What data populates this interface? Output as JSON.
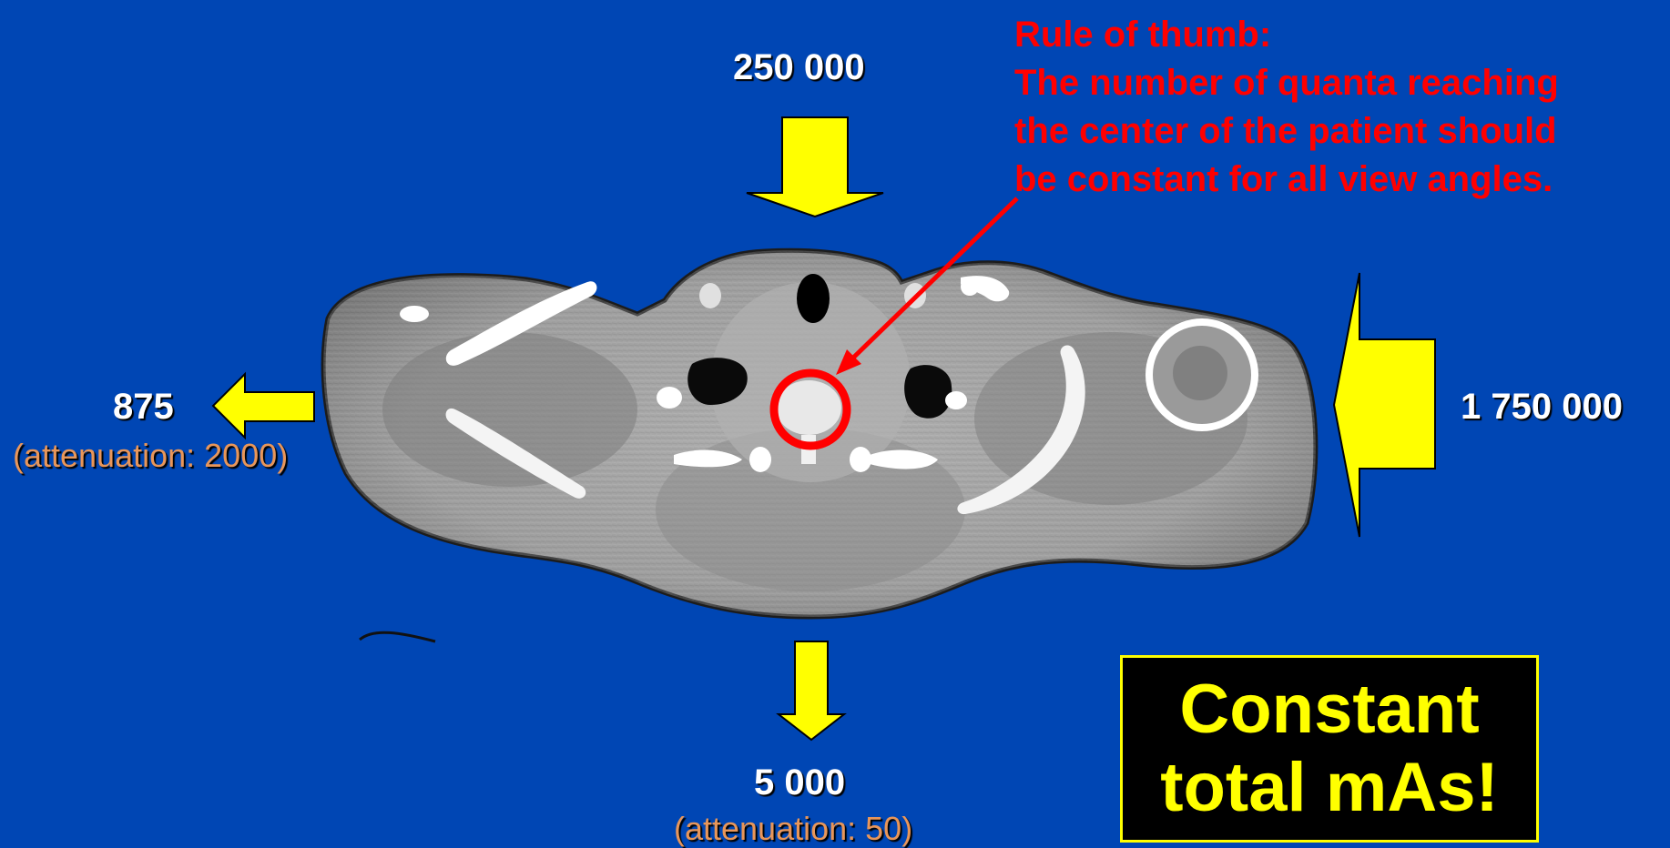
{
  "colors": {
    "background": "#0046b4",
    "arrow_fill": "#ffff00",
    "label_white": "#ffffff",
    "attenuation_text": "#e8965a",
    "rule_text": "#ff0000",
    "highlight_circle": "#ff0000",
    "box_fill": "#000000",
    "box_text": "#ffff00"
  },
  "beams": {
    "top": {
      "value": "250 000"
    },
    "right": {
      "value": "1 750 000"
    },
    "left": {
      "value": "875",
      "attenuation": "(attenuation: 2000)"
    },
    "bottom": {
      "value": "5 000",
      "attenuation": "(attenuation: 50)"
    }
  },
  "rule_of_thumb": {
    "lines": [
      "Rule of thumb:",
      "The number of quanta reaching",
      "the center of the patient should",
      "be constant for all view angles."
    ]
  },
  "callout": {
    "lines": [
      "Constant",
      "total mAs!"
    ]
  },
  "icons": {
    "top_arrow": "arrow-down-icon",
    "bottom_arrow": "arrow-down-icon",
    "left_arrow": "arrow-left-icon",
    "right_arrow": "arrow-left-icon",
    "pointer": "arrow-pointer-icon"
  }
}
